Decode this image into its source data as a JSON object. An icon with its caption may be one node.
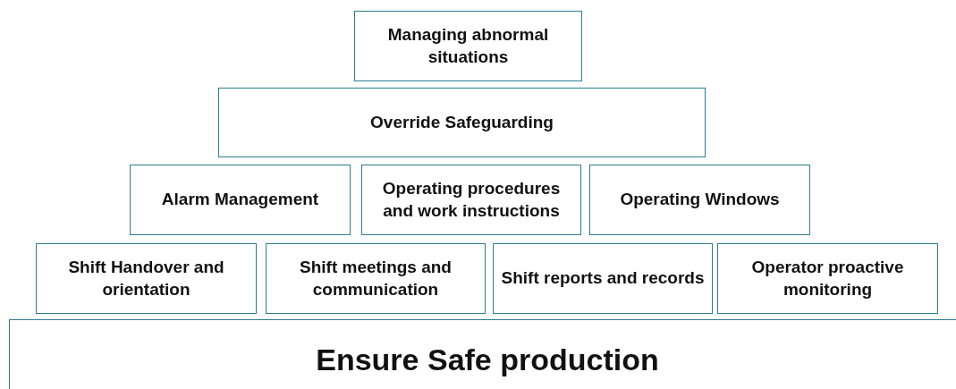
{
  "diagram": {
    "nodes": [
      {
        "text": [
          "Managing abnormal situations"
        ]
      },
      {
        "text": [
          "Override Safeguarding"
        ]
      },
      {
        "text": [
          "Alarm Management"
        ]
      },
      {
        "text": [
          "Operating procedures and work instructions"
        ]
      },
      {
        "text": [
          "Operating Windows"
        ]
      },
      {
        "text": [
          "Shift Handover and orientation"
        ]
      },
      {
        "text": [
          "Shift meetings and communication"
        ]
      },
      {
        "text": [
          "Shift reports and records"
        ]
      },
      {
        "text": [
          "Operator proactive monitoring"
        ]
      },
      {
        "text": [
          "Ensure Safe production"
        ]
      }
    ]
  }
}
